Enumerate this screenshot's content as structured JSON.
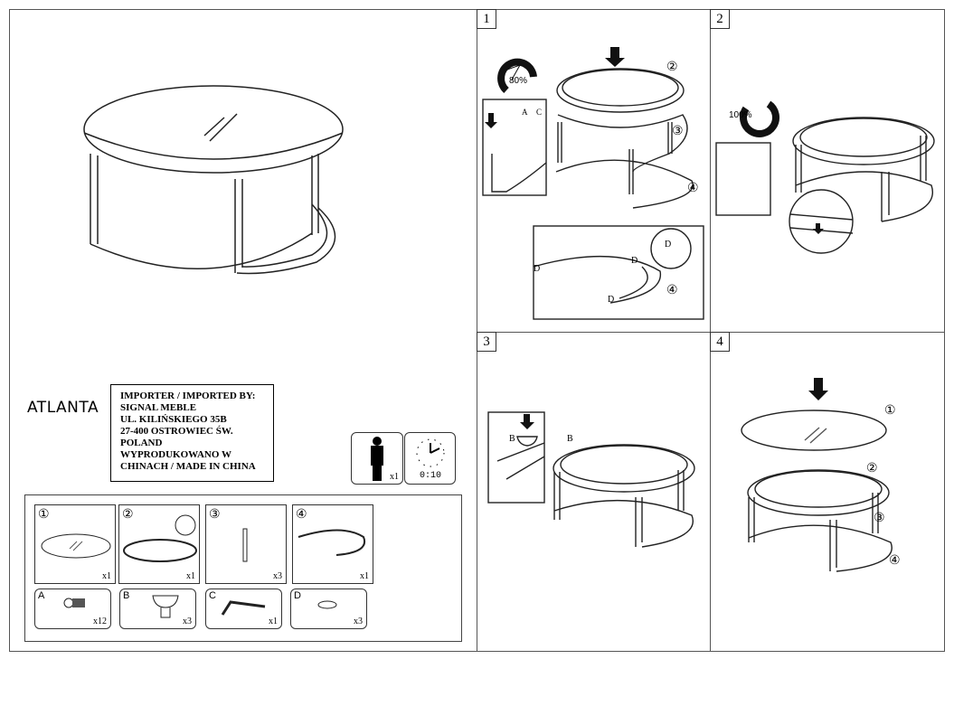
{
  "product_name": "ATLANTA",
  "importer": {
    "lines": [
      "IMPORTER / IMPORTED BY:",
      "SIGNAL MEBLE",
      "UL. KILIŃSKIEGO 35B",
      "27-400 OSTROWIEC ŚW.",
      "POLAND",
      "WYPRODUKOWANO W",
      "CHINACH / MADE IN CHINA"
    ]
  },
  "assembly_info": {
    "persons": "x1",
    "time": "0:10"
  },
  "parts": [
    {
      "id": "①",
      "qty": "x1"
    },
    {
      "id": "②",
      "qty": "x1"
    },
    {
      "id": "③",
      "qty": "x3"
    },
    {
      "id": "④",
      "qty": "x1"
    }
  ],
  "hardware": [
    {
      "id": "A",
      "qty": "x12"
    },
    {
      "id": "B",
      "qty": "x3"
    },
    {
      "id": "C",
      "qty": "x1"
    },
    {
      "id": "D",
      "qty": "x3"
    }
  ],
  "steps": [
    {
      "number": "1",
      "torque": "80%",
      "labels": {
        "a": "A",
        "c": "C",
        "d": "D",
        "p2": "②",
        "p3": "③",
        "p4": "④"
      }
    },
    {
      "number": "2",
      "torque": "100%"
    },
    {
      "number": "3",
      "labels": {
        "b": "B"
      }
    },
    {
      "number": "4",
      "labels": {
        "p1": "①",
        "p2": "②",
        "p3": "③",
        "p4": "④"
      }
    }
  ]
}
